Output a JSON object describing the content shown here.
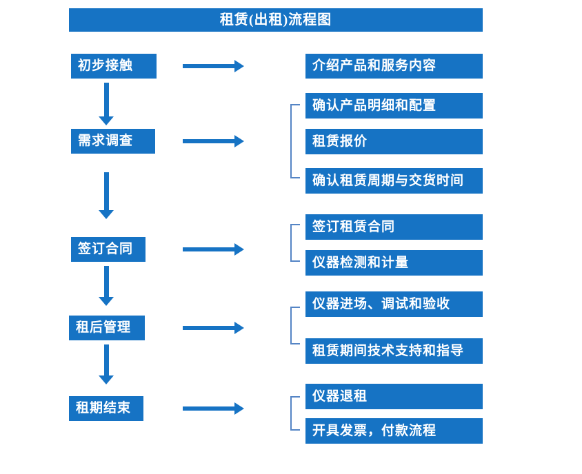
{
  "title": "租赁(出租)流程图",
  "colors": {
    "box_blue": "#1673C4",
    "bracket_blue": "#5585C5",
    "text_white": "#FFFFFF"
  },
  "steps": [
    {
      "label": "初步接触",
      "outputs": [
        "介绍产品和服务内容"
      ]
    },
    {
      "label": "需求调查",
      "outputs": [
        "确认产品明细和配置",
        "租赁报价",
        "确认租赁周期与交货时间"
      ]
    },
    {
      "label": "签订合同",
      "outputs": [
        "签订租赁合同",
        "仪器检测和计量"
      ]
    },
    {
      "label": "租后管理",
      "outputs": [
        "仪器进场、调试和验收",
        "租赁期间技术支持和指导"
      ]
    },
    {
      "label": "租期结束",
      "outputs": [
        "仪器退租",
        "开具发票，付款流程"
      ]
    }
  ]
}
